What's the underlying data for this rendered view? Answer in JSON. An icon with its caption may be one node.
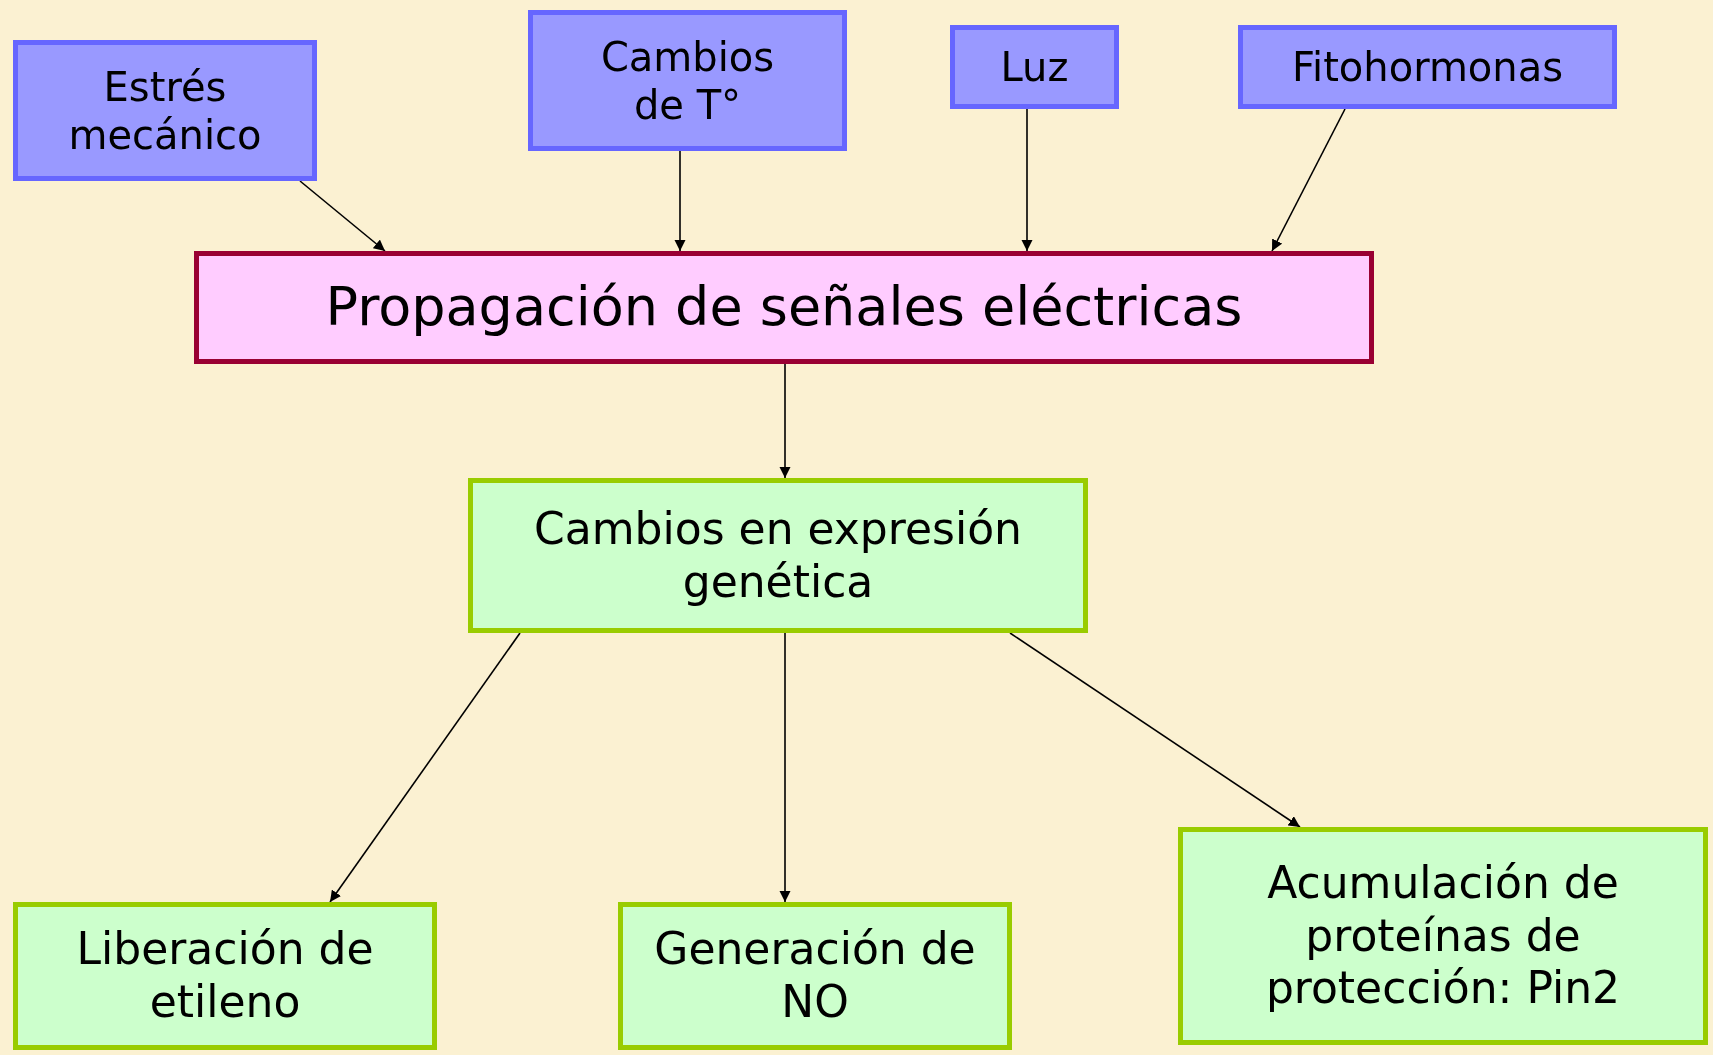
{
  "diagram": {
    "nodes": [
      {
        "text": [
          "Estrés mecánico"
        ]
      },
      {
        "text": [
          "Cambios de T°"
        ]
      },
      {
        "text": [
          "Luz"
        ]
      },
      {
        "text": [
          "Fitohormonas"
        ]
      },
      {
        "text": [
          "Propagación de señales eléctricas"
        ]
      },
      {
        "text": [
          "Cambios en expresión genética"
        ]
      },
      {
        "text": [
          "Liberación de etileno"
        ]
      },
      {
        "text": [
          "Generación de NO"
        ]
      },
      {
        "text": [
          "Acumulación de proteínas de protección: Pin2"
        ]
      }
    ],
    "edges": [
      {
        "from": 0,
        "to": 4,
        "arrow": "to"
      },
      {
        "from": 1,
        "to": 4,
        "arrow": "to"
      },
      {
        "from": 2,
        "to": 4,
        "arrow": "to"
      },
      {
        "from": 3,
        "to": 4,
        "arrow": "to"
      },
      {
        "from": 4,
        "to": 5,
        "arrow": "to"
      },
      {
        "from": 5,
        "to": 6,
        "arrow": "to"
      },
      {
        "from": 5,
        "to": 7,
        "arrow": "to"
      },
      {
        "from": 5,
        "to": 8,
        "arrow": "to"
      }
    ]
  }
}
